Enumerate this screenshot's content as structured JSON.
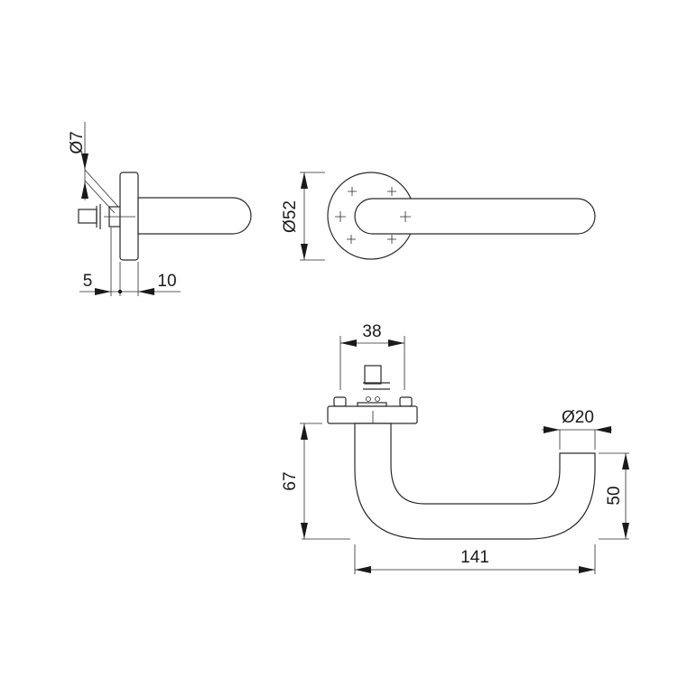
{
  "drawing": {
    "side_view": {
      "dim_spindle_diameter": "Ø7",
      "dim_left": "5",
      "dim_right": "10"
    },
    "front_view": {
      "dim_rose_diameter": "Ø52"
    },
    "top_view": {
      "dim_screw_spacing": "38",
      "dim_tube_diameter": "Ø20",
      "dim_height": "67",
      "dim_length": "141",
      "dim_end_height": "50"
    }
  }
}
